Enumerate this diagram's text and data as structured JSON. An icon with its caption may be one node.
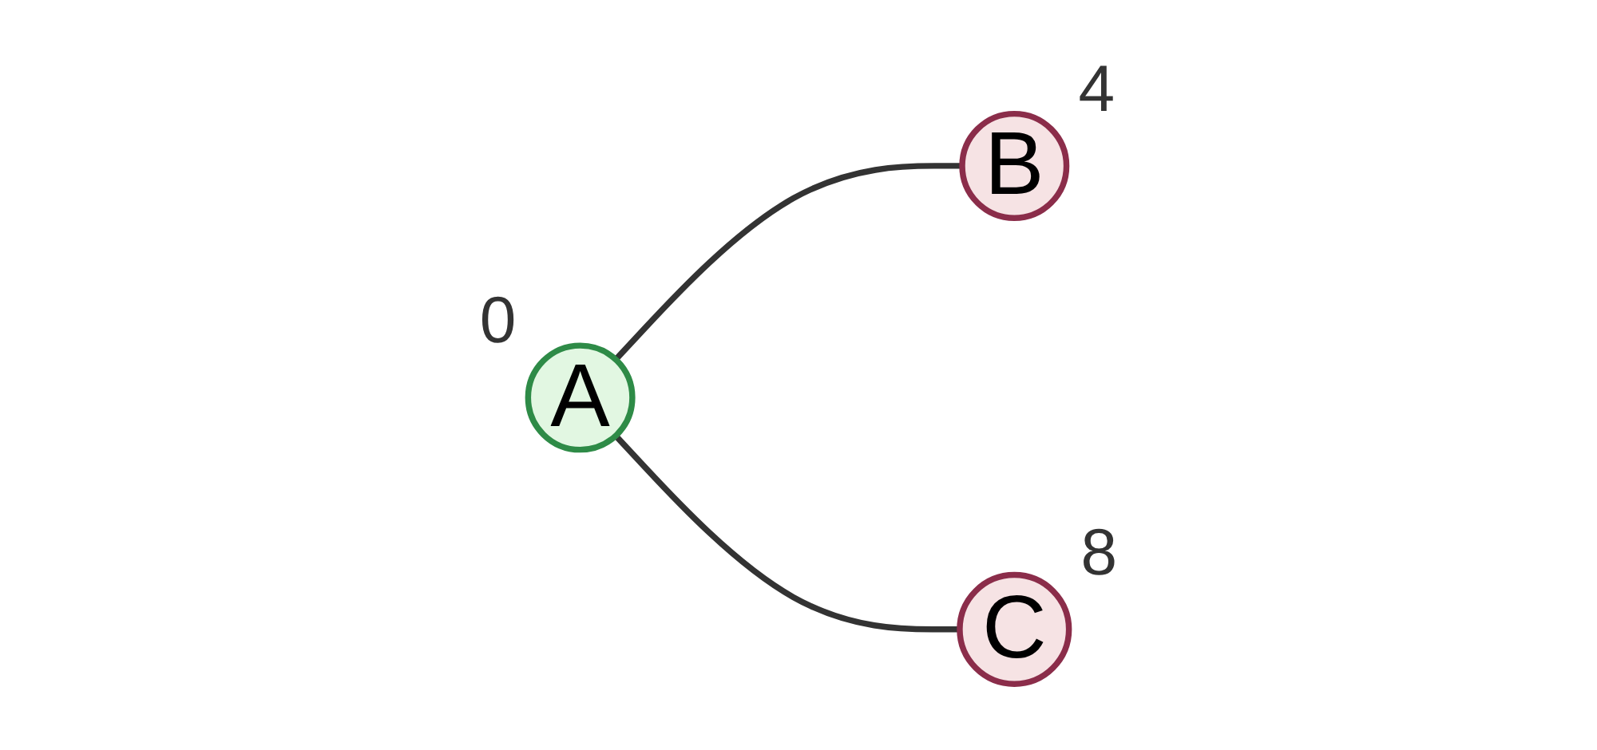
{
  "diagram": {
    "nodes": [
      {
        "text": [
          "A"
        ],
        "beside": [
          "0"
        ]
      },
      {
        "text": [
          "B"
        ],
        "beside": [
          "4"
        ]
      },
      {
        "text": [
          "C"
        ],
        "beside": [
          "8"
        ]
      }
    ],
    "edges": [
      {
        "from": 0,
        "to": 1,
        "arrow": "none"
      },
      {
        "from": 0,
        "to": 2,
        "arrow": "none"
      }
    ]
  }
}
